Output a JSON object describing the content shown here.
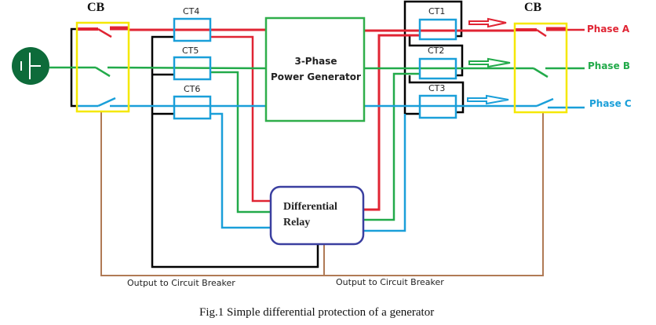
{
  "figure": {
    "caption": "Fig.1 Simple differential protection of a generator",
    "source_symbol": "ac-source-icon",
    "breakers": {
      "left_label": "CB",
      "right_label": "CB"
    },
    "current_transformers": {
      "neutral_side": [
        "CT4",
        "CT5",
        "CT6"
      ],
      "line_side": [
        "CT1",
        "CT2",
        "CT3"
      ]
    },
    "generator": {
      "line1": "3-Phase",
      "line2": "Power Generator"
    },
    "relay": {
      "line1": "Differential",
      "line2": "Relay"
    },
    "phases": [
      {
        "label": "Phase A",
        "color": "#e02433"
      },
      {
        "label": "Phase B",
        "color": "#22aa4a"
      },
      {
        "label": "Phase C",
        "color": "#1a9fd9"
      }
    ],
    "outputs": {
      "left": "Output to Circuit Breaker",
      "right": "Output to Circuit Breaker"
    },
    "colors": {
      "breaker_box": "#f5e800",
      "ct_box": "#1a9fd9",
      "generator_box": "#2fae4a",
      "relay_box": "#3a3fa0",
      "trip_wire": "#b07a55",
      "source_fill": "#0d6b3a",
      "wiring": "#000000"
    }
  }
}
